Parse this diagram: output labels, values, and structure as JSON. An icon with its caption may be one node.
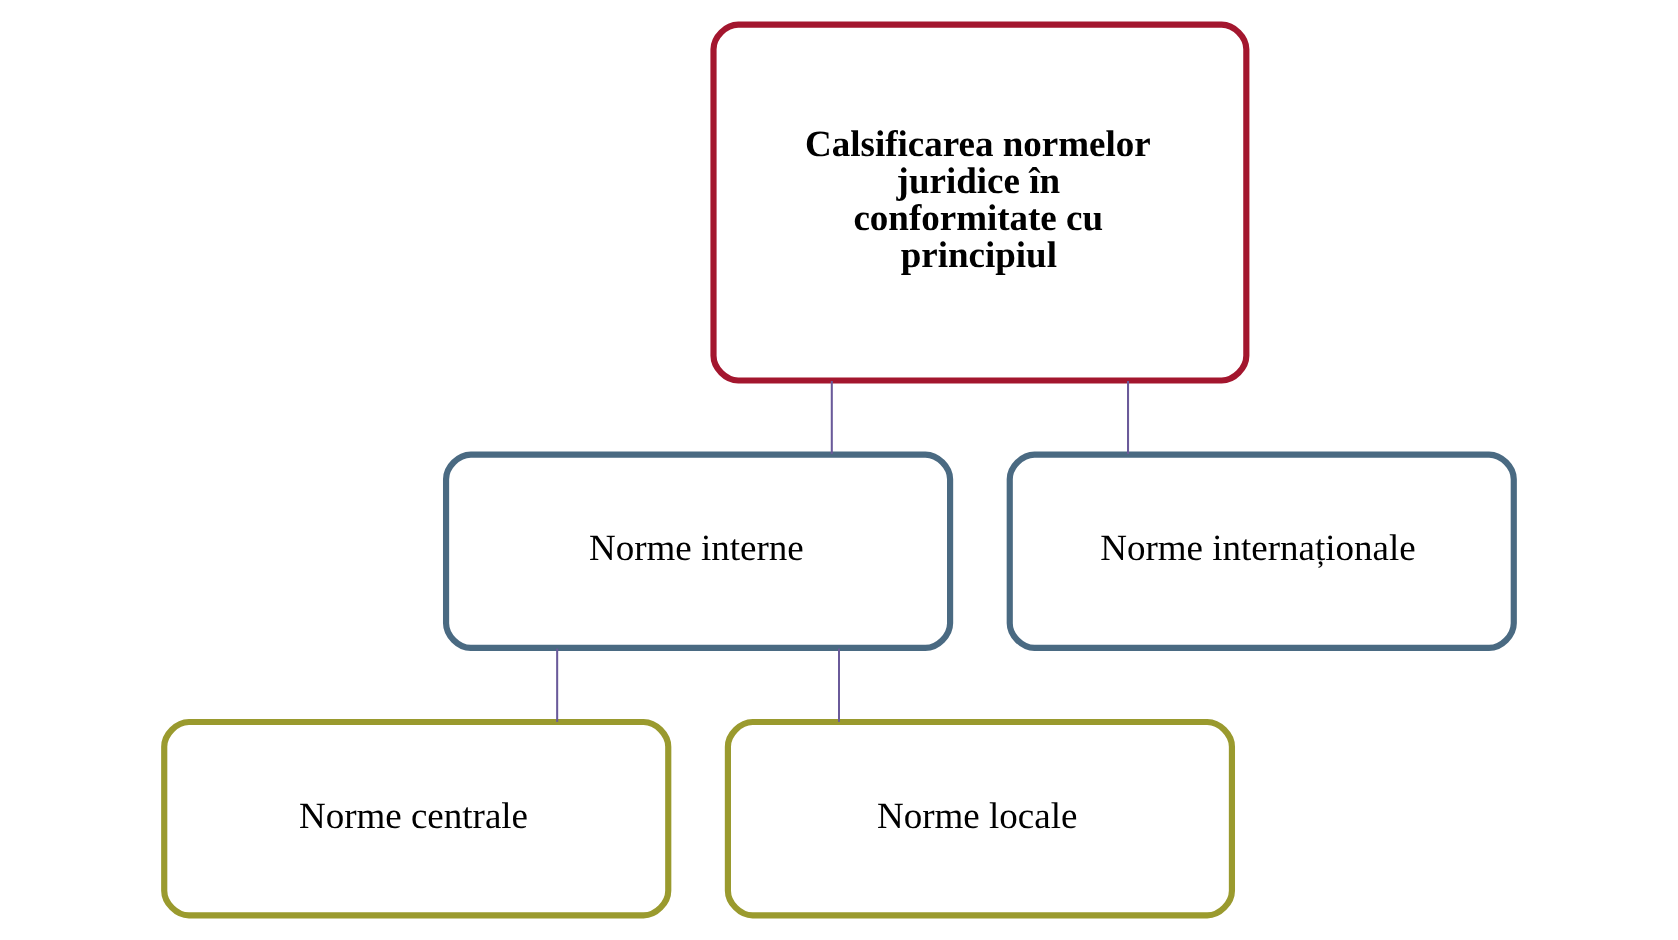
{
  "diagram": {
    "nodes": [
      {
        "text": [
          "Calsificarea normelor juridice în conformitate cu principiul"
        ]
      },
      {
        "text": [
          "Norme interne"
        ]
      },
      {
        "text": [
          "Norme internaționale"
        ]
      },
      {
        "text": [
          "Norme centrale"
        ]
      },
      {
        "text": [
          "Norme locale"
        ]
      }
    ],
    "edges": [
      {
        "from": 0,
        "to": 1,
        "arrow": "none"
      },
      {
        "from": 0,
        "to": 2,
        "arrow": "none"
      },
      {
        "from": 1,
        "to": 3,
        "arrow": "none"
      },
      {
        "from": 1,
        "to": 4,
        "arrow": "none"
      }
    ]
  }
}
